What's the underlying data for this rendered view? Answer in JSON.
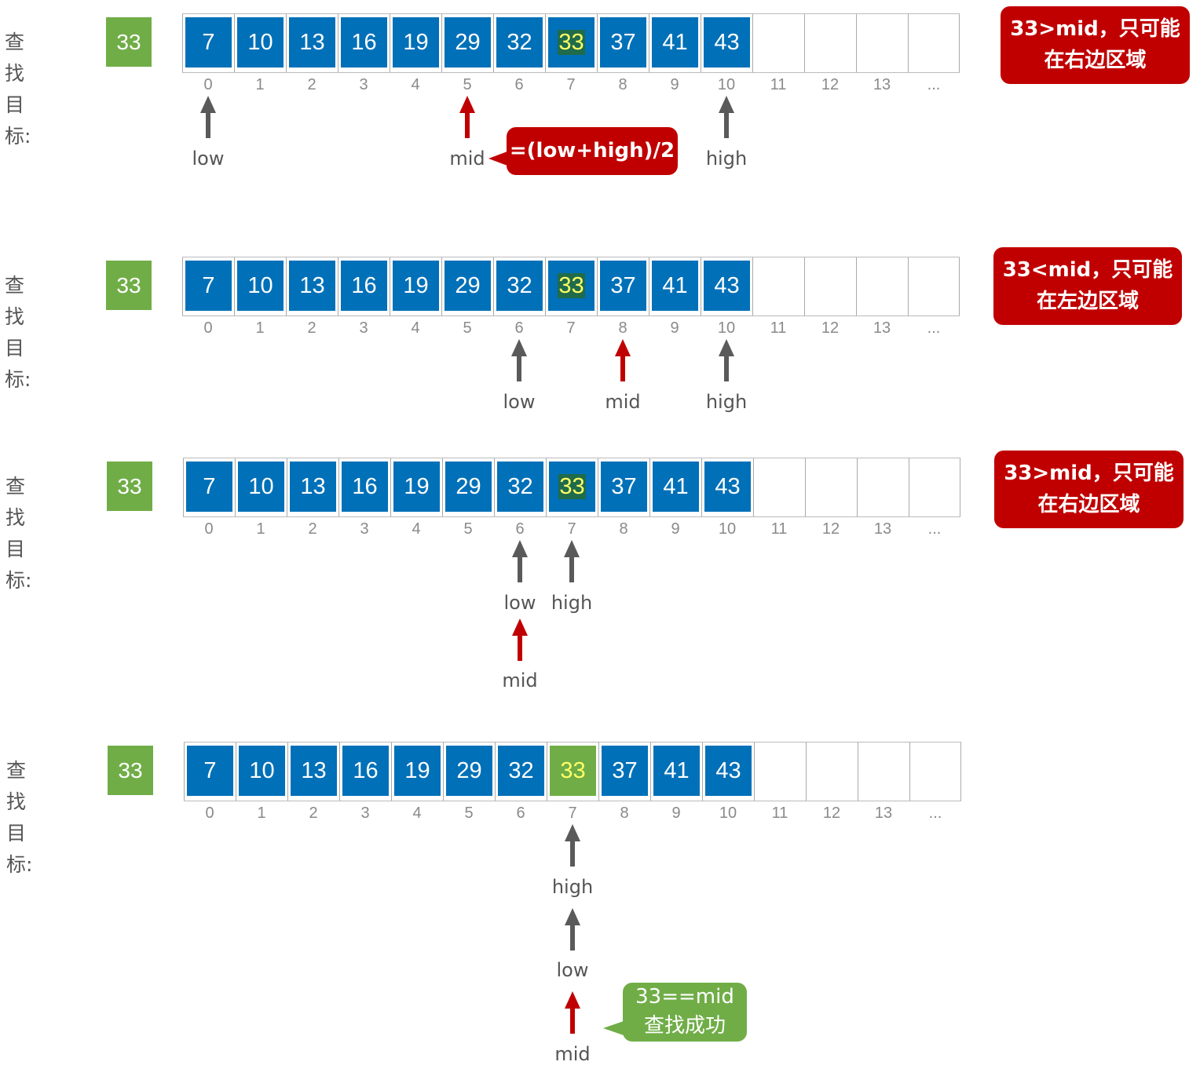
{
  "target_label": "查找目标:",
  "target_value": "33",
  "array": [
    "7",
    "10",
    "13",
    "16",
    "19",
    "29",
    "32",
    "33",
    "37",
    "41",
    "43",
    "",
    "",
    "",
    ""
  ],
  "indices": [
    "0",
    "1",
    "2",
    "3",
    "4",
    "5",
    "6",
    "7",
    "8",
    "9",
    "10",
    "11",
    "12",
    "13",
    "..."
  ],
  "found_index": 7,
  "pointer_labels": {
    "low": "low",
    "mid": "mid",
    "high": "high"
  },
  "steps": [
    {
      "low": 0,
      "mid": 5,
      "high": 10,
      "note": [
        "33>mid，只可能",
        "在右边区域"
      ],
      "formula": "=(low+high)/2"
    },
    {
      "low": 6,
      "mid": 8,
      "high": 10,
      "note": [
        "33<mid，只可能",
        "在左边区域"
      ]
    },
    {
      "low": 6,
      "mid": 6,
      "high": 7,
      "note": [
        "33>mid，只可能",
        "在右边区域"
      ]
    },
    {
      "low": 7,
      "mid": 7,
      "high": 7,
      "result": [
        "33==mid",
        "查找成功"
      ]
    }
  ],
  "colors": {
    "cell": "#0070b8",
    "target": "#70ad47",
    "note": "#c00000",
    "pointer": "#5a5a5a",
    "mid_pointer": "#c00000"
  }
}
